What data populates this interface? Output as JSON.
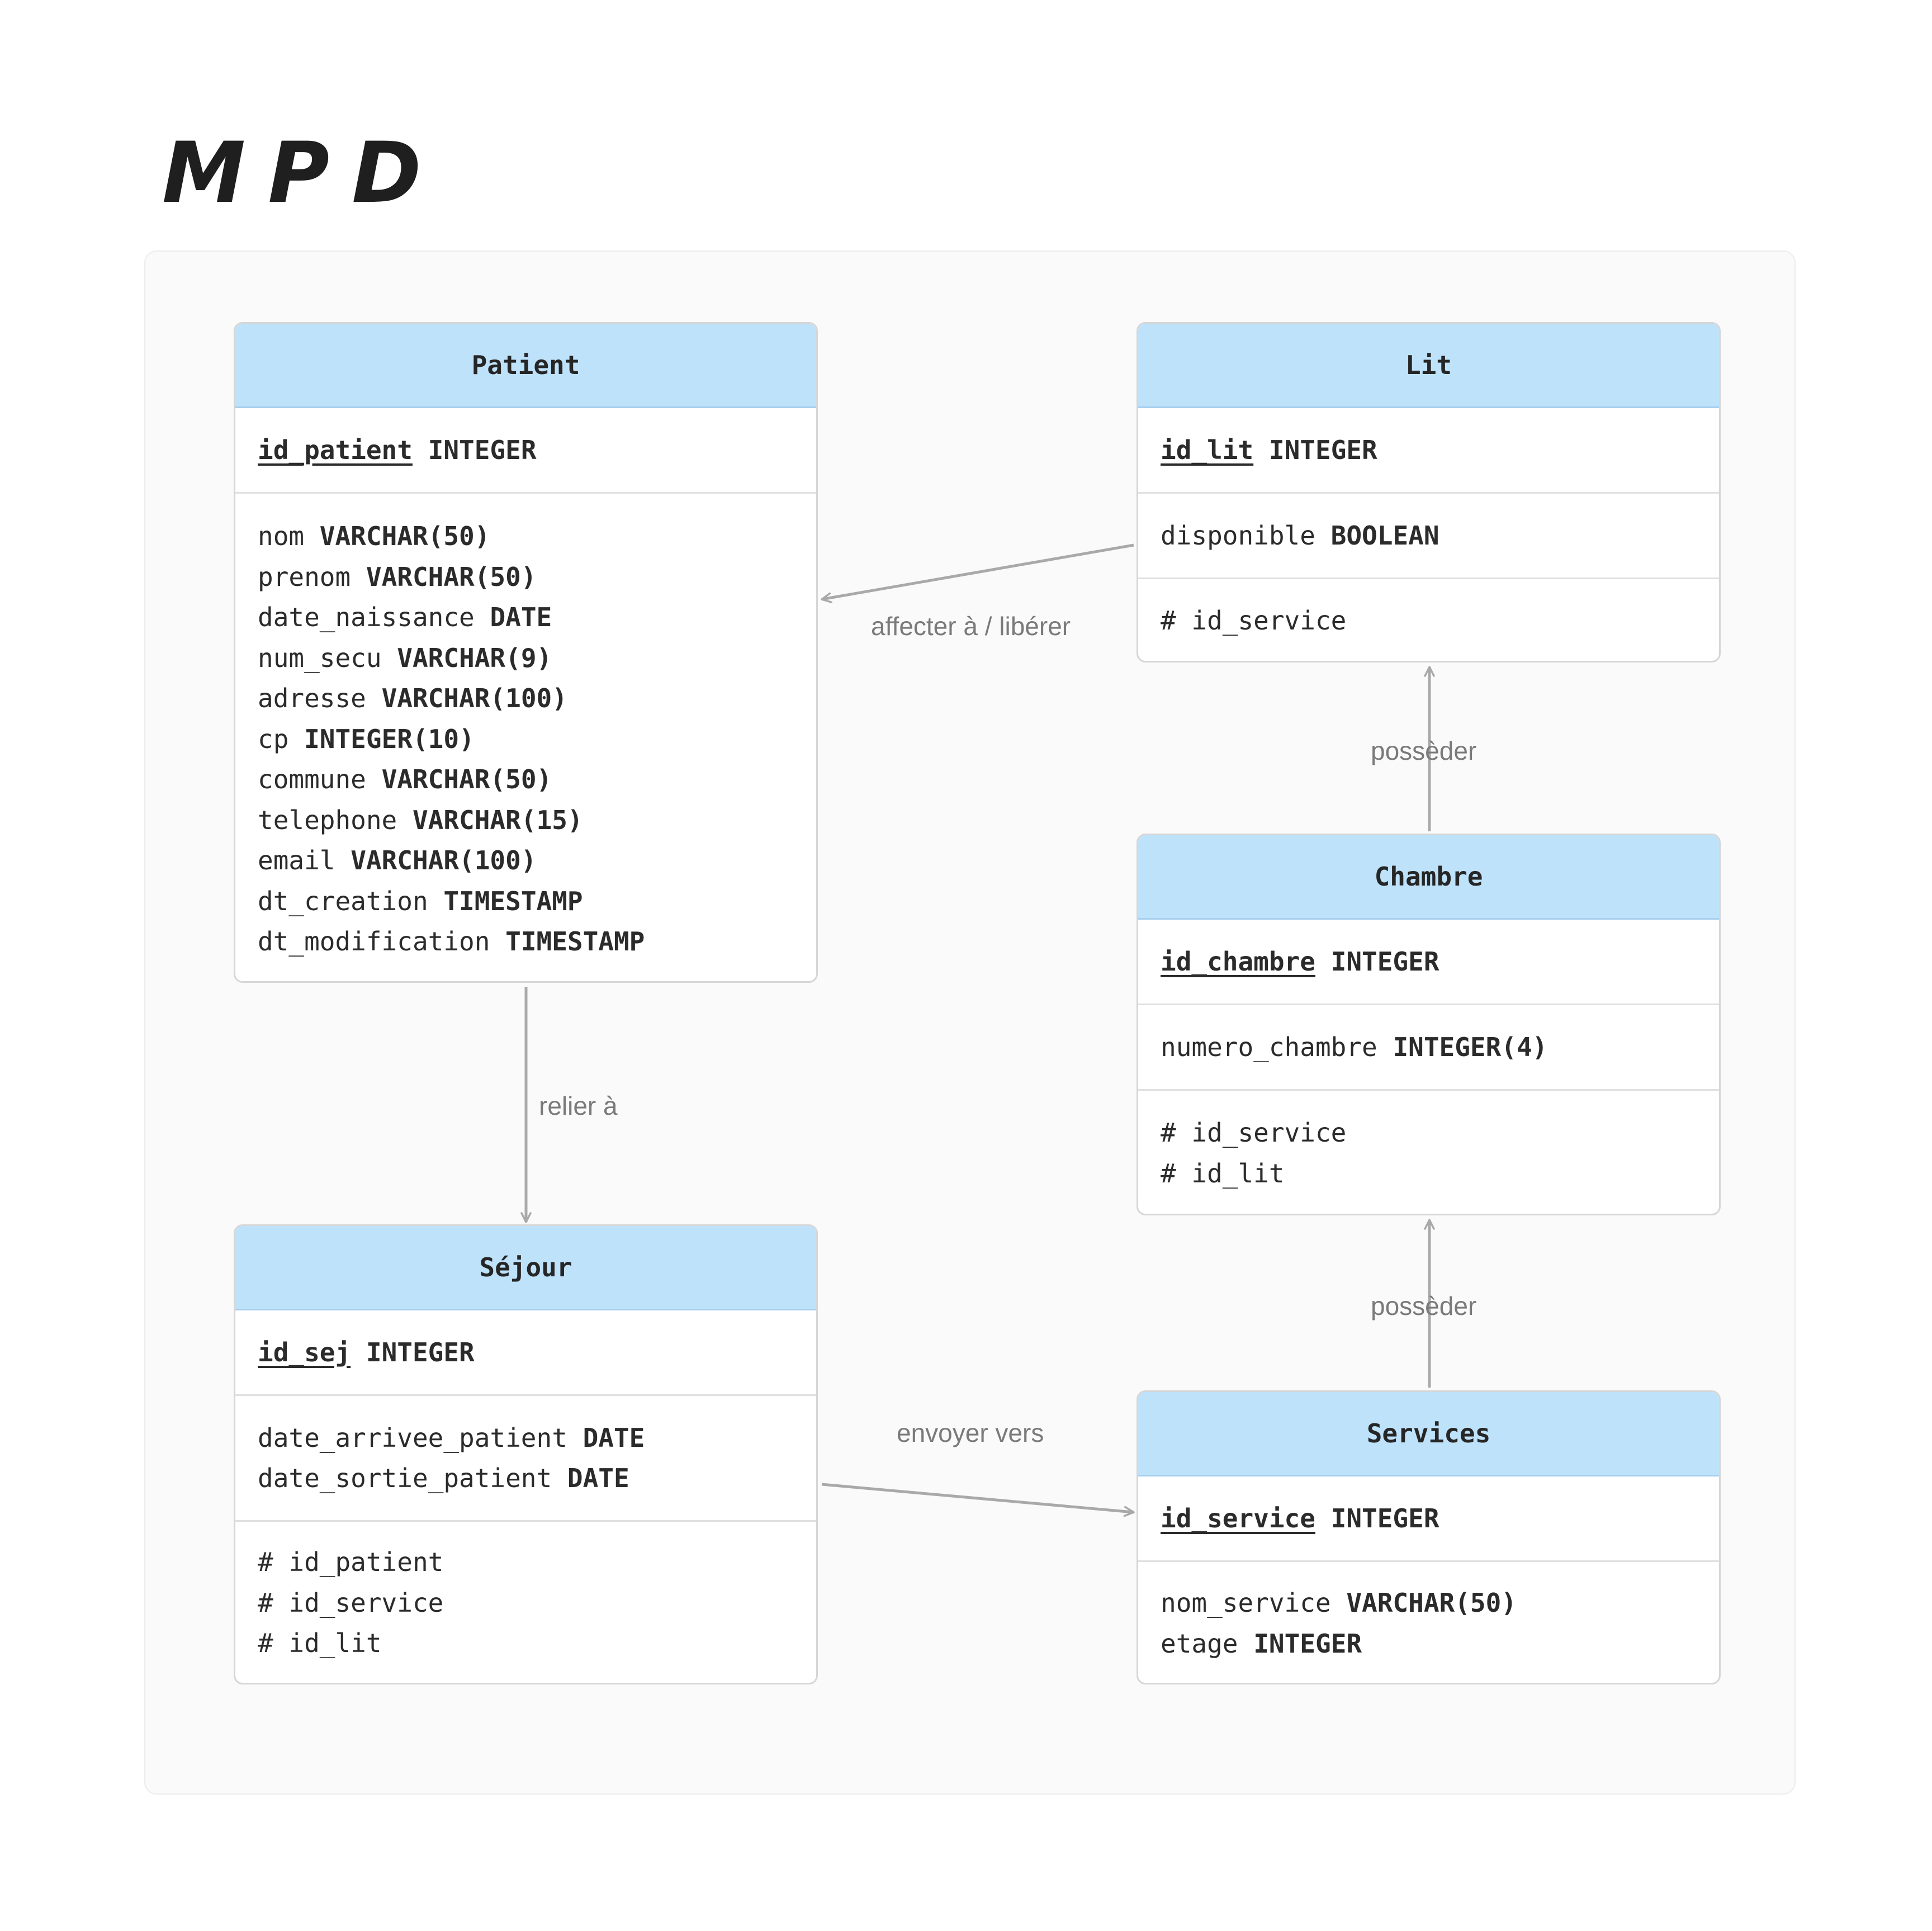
{
  "title": "MPD",
  "colors": {
    "header_fill": "#bfe2fb",
    "arrow": "#a9a9a9",
    "label": "#7a7a7a"
  },
  "entities": {
    "patient": {
      "name": "Patient",
      "pk": {
        "field": "id_patient",
        "type": "INTEGER"
      },
      "attributes": [
        {
          "field": "nom",
          "type": "VARCHAR(50)"
        },
        {
          "field": "prenom",
          "type": "VARCHAR(50)"
        },
        {
          "field": "date_naissance",
          "type": "DATE"
        },
        {
          "field": "num_secu",
          "type": "VARCHAR(9)"
        },
        {
          "field": "adresse",
          "type": "VARCHAR(100)"
        },
        {
          "field": "cp",
          "type": "INTEGER(10)"
        },
        {
          "field": "commune",
          "type": "VARCHAR(50)"
        },
        {
          "field": "telephone",
          "type": "VARCHAR(15)"
        },
        {
          "field": "email",
          "type": "VARCHAR(100)"
        },
        {
          "field": "dt_creation",
          "type": "TIMESTAMP"
        },
        {
          "field": "dt_modification",
          "type": "TIMESTAMP"
        }
      ],
      "foreign_keys": []
    },
    "lit": {
      "name": "Lit",
      "pk": {
        "field": "id_lit",
        "type": "INTEGER"
      },
      "attributes": [
        {
          "field": "disponible",
          "type": "BOOLEAN"
        }
      ],
      "foreign_keys": [
        "# id_service"
      ]
    },
    "chambre": {
      "name": "Chambre",
      "pk": {
        "field": "id_chambre",
        "type": "INTEGER"
      },
      "attributes": [
        {
          "field": "numero_chambre",
          "type": "INTEGER(4)"
        }
      ],
      "foreign_keys": [
        "# id_service",
        "# id_lit"
      ]
    },
    "sejour": {
      "name": "Séjour",
      "pk": {
        "field": "id_sej",
        "type": "INTEGER"
      },
      "attributes": [
        {
          "field": "date_arrivee_patient",
          "type": "DATE"
        },
        {
          "field": "date_sortie_patient",
          "type": "DATE"
        }
      ],
      "foreign_keys": [
        "# id_patient",
        "# id_service",
        "# id_lit"
      ]
    },
    "services": {
      "name": "Services",
      "pk": {
        "field": "id_service",
        "type": "INTEGER"
      },
      "attributes": [
        {
          "field": "nom_service",
          "type": "VARCHAR(50)"
        },
        {
          "field": "etage",
          "type": "INTEGER"
        }
      ],
      "foreign_keys": []
    }
  },
  "relationships": [
    {
      "from": "Lit",
      "to": "Patient",
      "label": "affecter à / libérer"
    },
    {
      "from": "Chambre",
      "to": "Lit",
      "label": "possèder"
    },
    {
      "from": "Services",
      "to": "Chambre",
      "label": "possèder"
    },
    {
      "from": "Patient",
      "to": "Séjour",
      "label": "relier à"
    },
    {
      "from": "Séjour",
      "to": "Services",
      "label": "envoyer vers"
    }
  ]
}
